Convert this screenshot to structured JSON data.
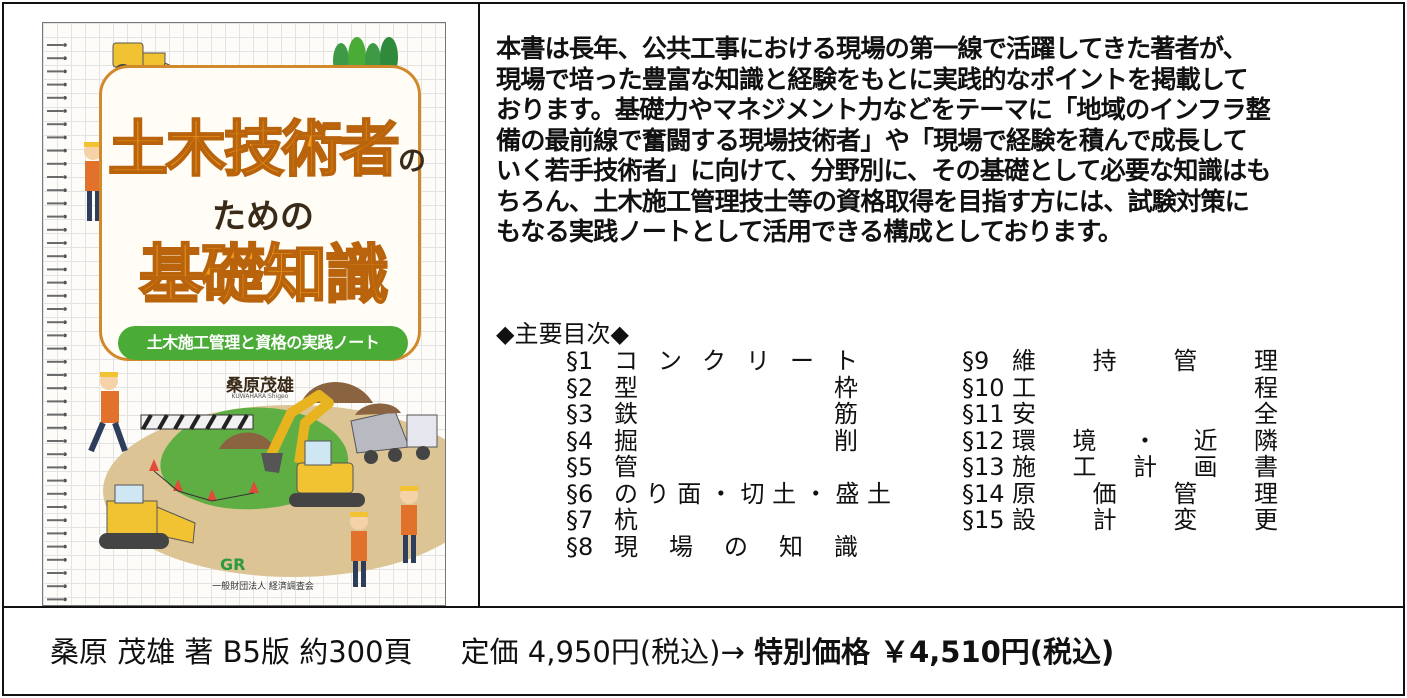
{
  "book": {
    "title_main": "土木技術者",
    "title_no": "の",
    "title_mid": "ための",
    "title_big": "基礎知識",
    "subtitle": "土木施工管理と資格の実践ノート",
    "author_jp": "桑原茂雄",
    "author_en": "KUWAHARA Shigeo",
    "publisher_logo": "GR",
    "publisher": "一般財団法人 経済調査会"
  },
  "description": {
    "lines": [
      "本書は長年、公共工事における現場の第一線で活躍してきた著者が、",
      "現場で培った豊富な知識と経験をもとに実践的なポイントを掲載して",
      "おります。基礎力やマネジメント力などをテーマに「地域のインフラ整",
      "備の最前線で奮闘する現場技術者」や「現場で経験を積んで成長して",
      "いく若手技術者」に向けて、分野別に、その基礎として必要な知識はも",
      "ちろん、土木施工管理技士等の資格取得を目指す方には、試験対策に",
      "もなる実践ノートとして活用できる構成としております。"
    ]
  },
  "toc": {
    "heading": "◆主要目次◆",
    "left": [
      {
        "num": "§1",
        "title": "コンクリート"
      },
      {
        "num": "§2",
        "title": "型枠"
      },
      {
        "num": "§3",
        "title": "鉄筋"
      },
      {
        "num": "§4",
        "title": "掘削"
      },
      {
        "num": "§5",
        "title": "管"
      },
      {
        "num": "§6",
        "title": "のり面・切土・盛土"
      },
      {
        "num": "§7",
        "title": "杭"
      },
      {
        "num": "§8",
        "title": "現場の知識"
      }
    ],
    "right": [
      {
        "num": "§9",
        "title": "維持管理"
      },
      {
        "num": "§10",
        "title": "工程"
      },
      {
        "num": "§11",
        "title": "安全"
      },
      {
        "num": "§12",
        "title": "環境・近隣"
      },
      {
        "num": "§13",
        "title": "施工計画書"
      },
      {
        "num": "§14",
        "title": "原価管理"
      },
      {
        "num": "§15",
        "title": "設計変更"
      }
    ]
  },
  "price": {
    "author_format": "桑原 茂雄 著 B5版 約300頁",
    "list_price": "定価 4,950円(税込)→",
    "special_price": "特別価格 ￥4,510円(税込)"
  },
  "colors": {
    "title_orange": "#f39a1a",
    "subtitle_green": "#4aab37",
    "panel_border": "#d08a2c",
    "dirt": "#dcc495",
    "grass": "#5fae44"
  }
}
